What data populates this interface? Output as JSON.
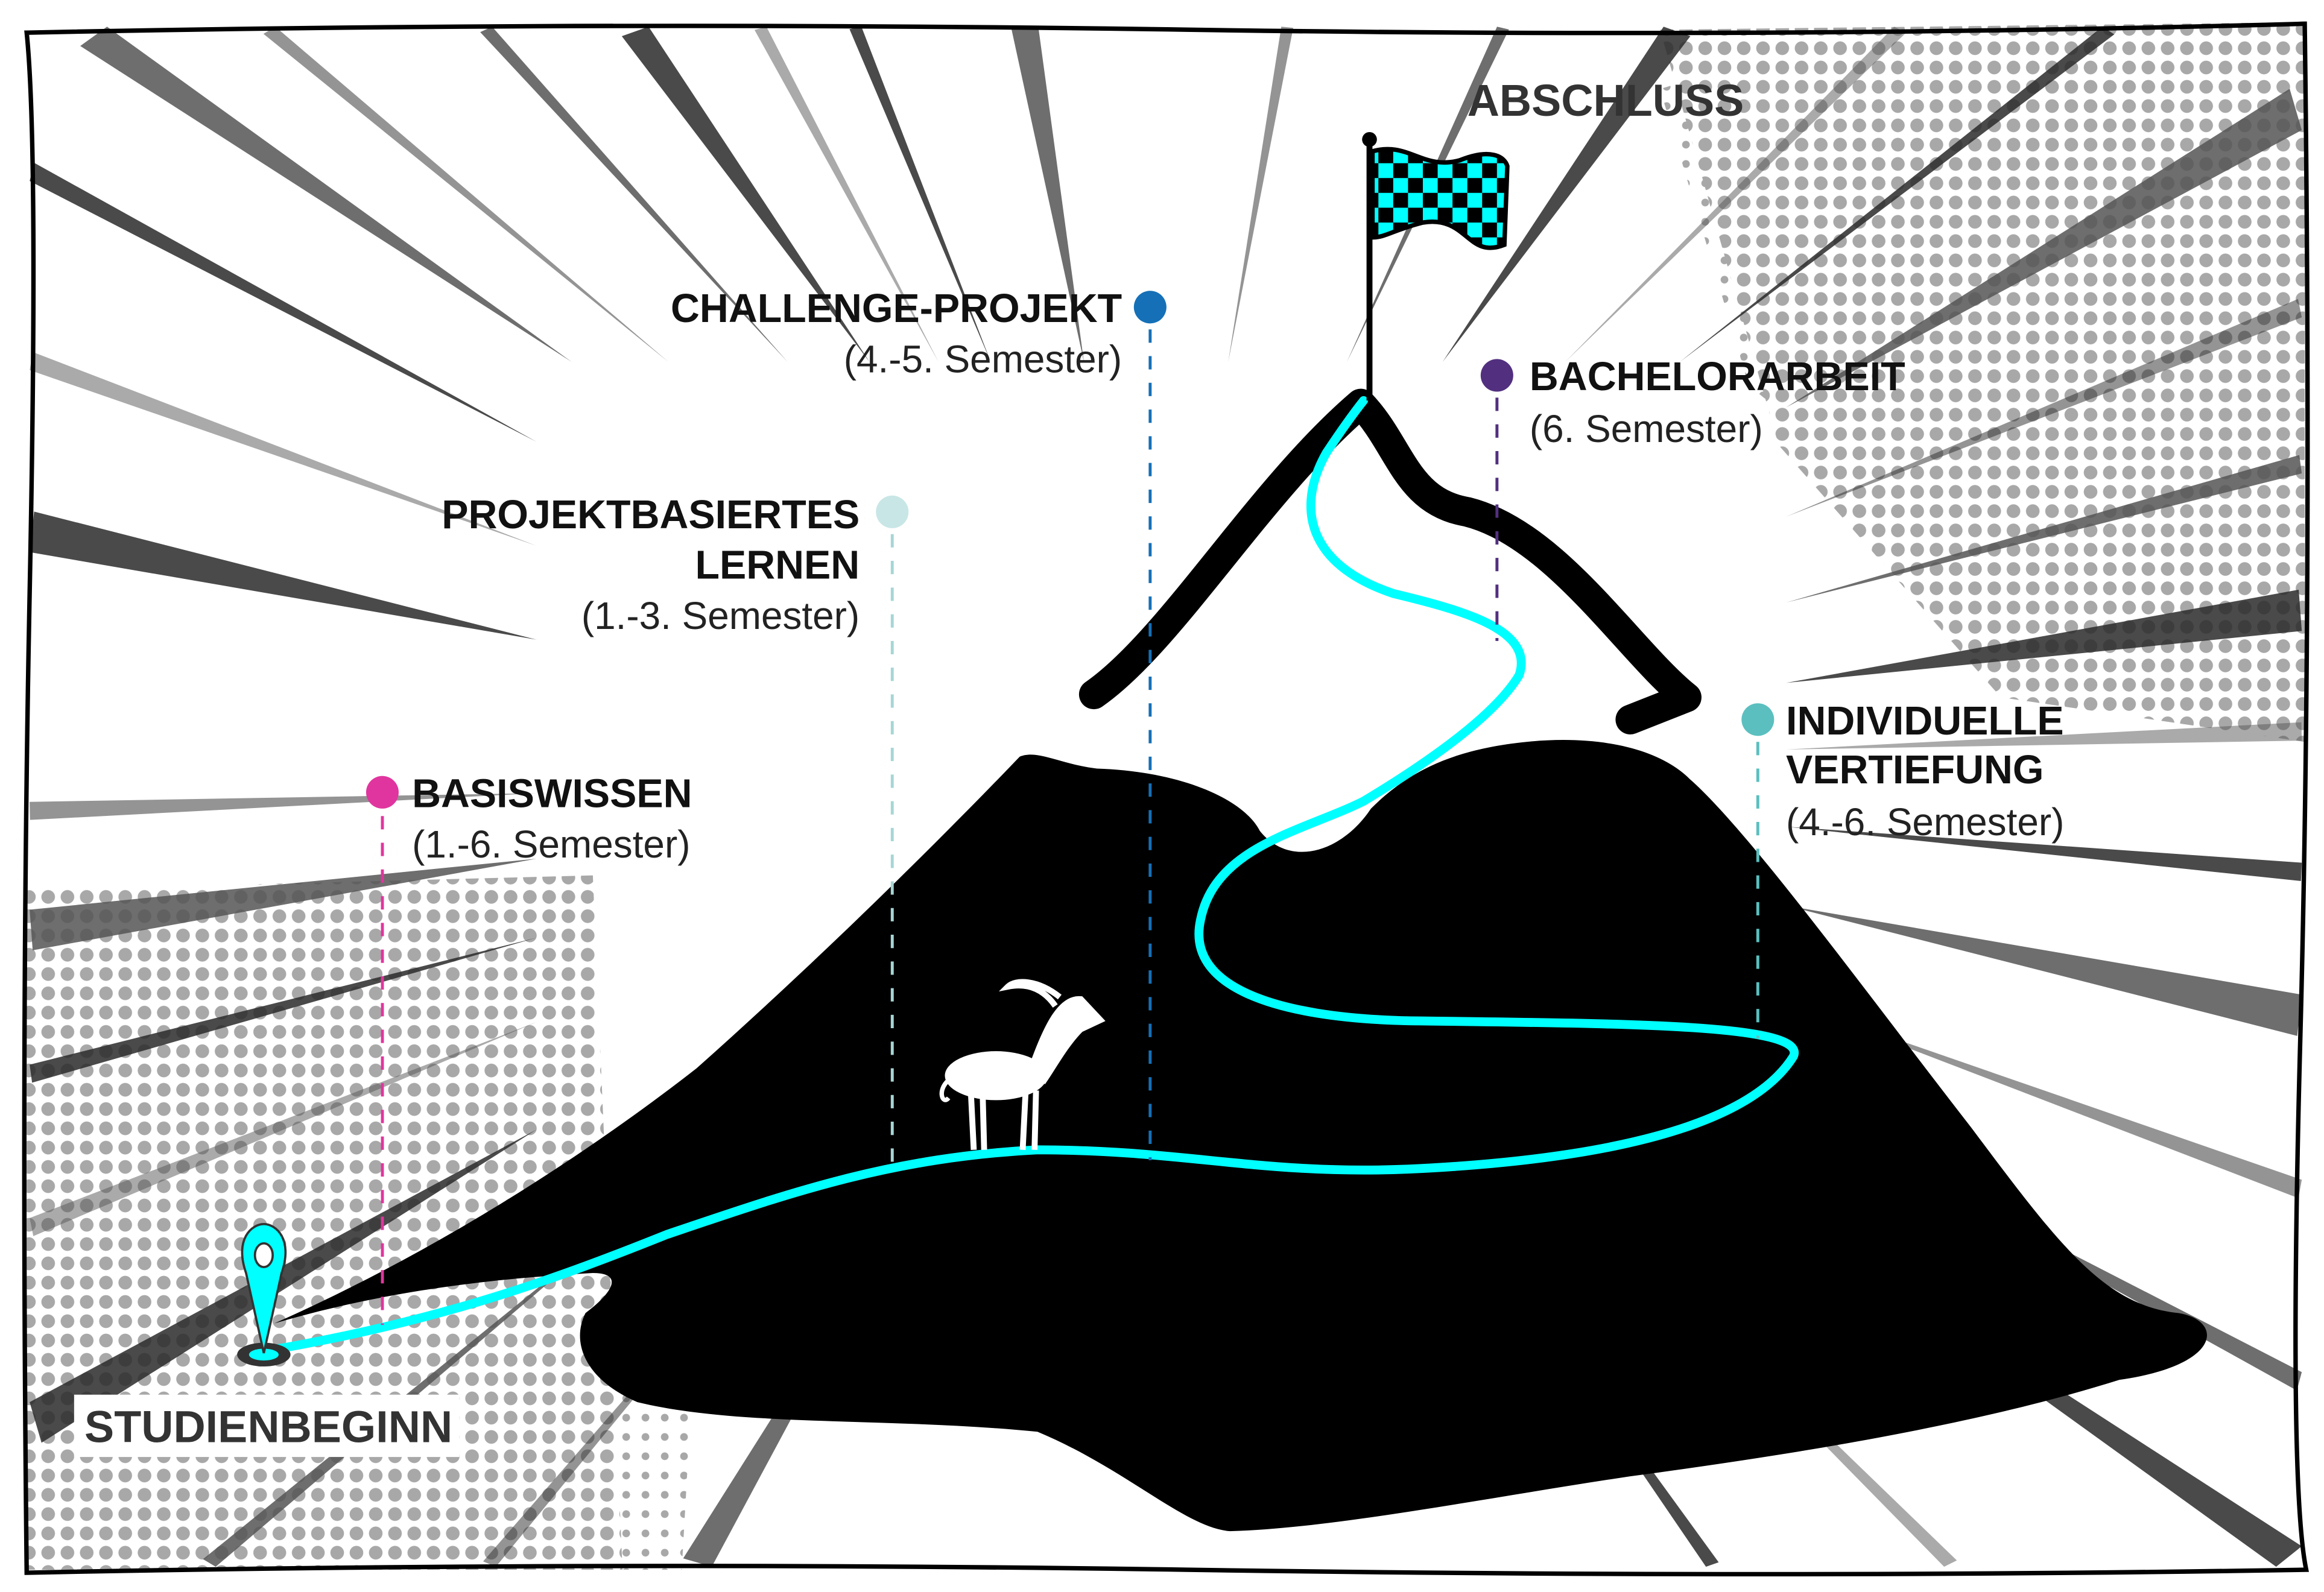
{
  "goal": {
    "label": "ABSCHLUSS"
  },
  "start": {
    "label": "STUDIENBEGINN"
  },
  "milestones": [
    {
      "id": "challenge",
      "title": [
        "CHALLENGE-PROJEKT"
      ],
      "subtitle": "(4.-5. Semester)",
      "color": "#1570B7"
    },
    {
      "id": "bachelor",
      "title": [
        "BACHELORARBEIT"
      ],
      "subtitle": "(6. Semester)",
      "color": "#52307F"
    },
    {
      "id": "projekt",
      "title": [
        "PROJEKTBASIERTES",
        "LERNEN"
      ],
      "subtitle": "(1.-3. Semester)",
      "color": "#C8E6E6"
    },
    {
      "id": "vertiefung",
      "title": [
        "INDIVIDUELLE",
        "VERTIEFUNG"
      ],
      "subtitle": "(4.-6. Semester)",
      "color": "#5BBFBF"
    },
    {
      "id": "basis",
      "title": [
        "BASISWISSEN"
      ],
      "subtitle": "(1.-6. Semester)",
      "color": "#E0359E"
    }
  ],
  "colors": {
    "path": "#00FFFF",
    "mountain": "#000000",
    "halftone": "#A8A8A8",
    "text": "#333333"
  }
}
